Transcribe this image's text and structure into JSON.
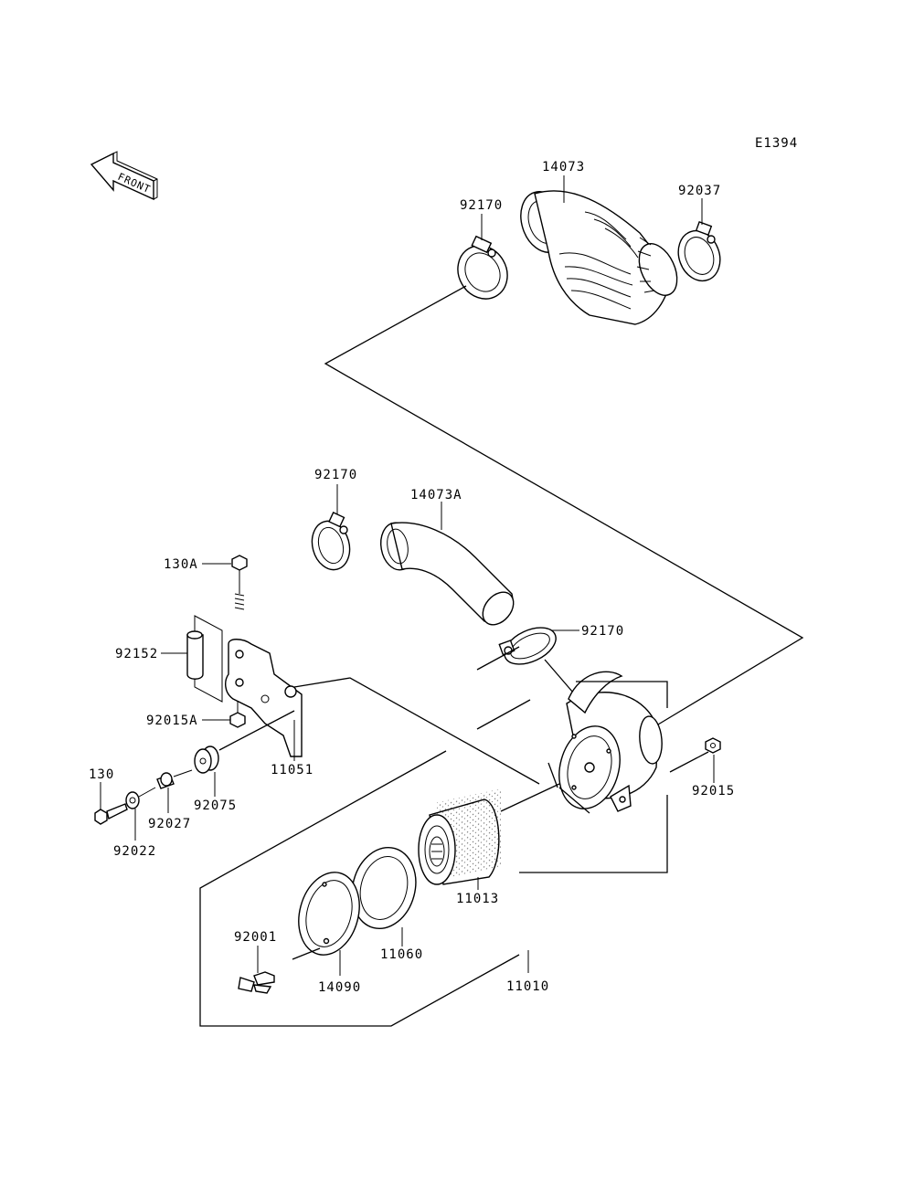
{
  "diagram": {
    "code": "E1394",
    "front_arrow_label": "FRONT"
  },
  "labels": {
    "p14073": "14073",
    "p92037": "92037",
    "p92170_top": "92170",
    "p92170_mid": "92170",
    "p14073A": "14073A",
    "p92170_right": "92170",
    "p130A": "130A",
    "p92152": "92152",
    "p92015A": "92015A",
    "p11051": "11051",
    "p130": "130",
    "p92027": "92027",
    "p92075": "92075",
    "p92022": "92022",
    "p92015": "92015",
    "p11013": "11013",
    "p92001": "92001",
    "p11060": "11060",
    "p14090": "14090",
    "p11010": "11010"
  }
}
